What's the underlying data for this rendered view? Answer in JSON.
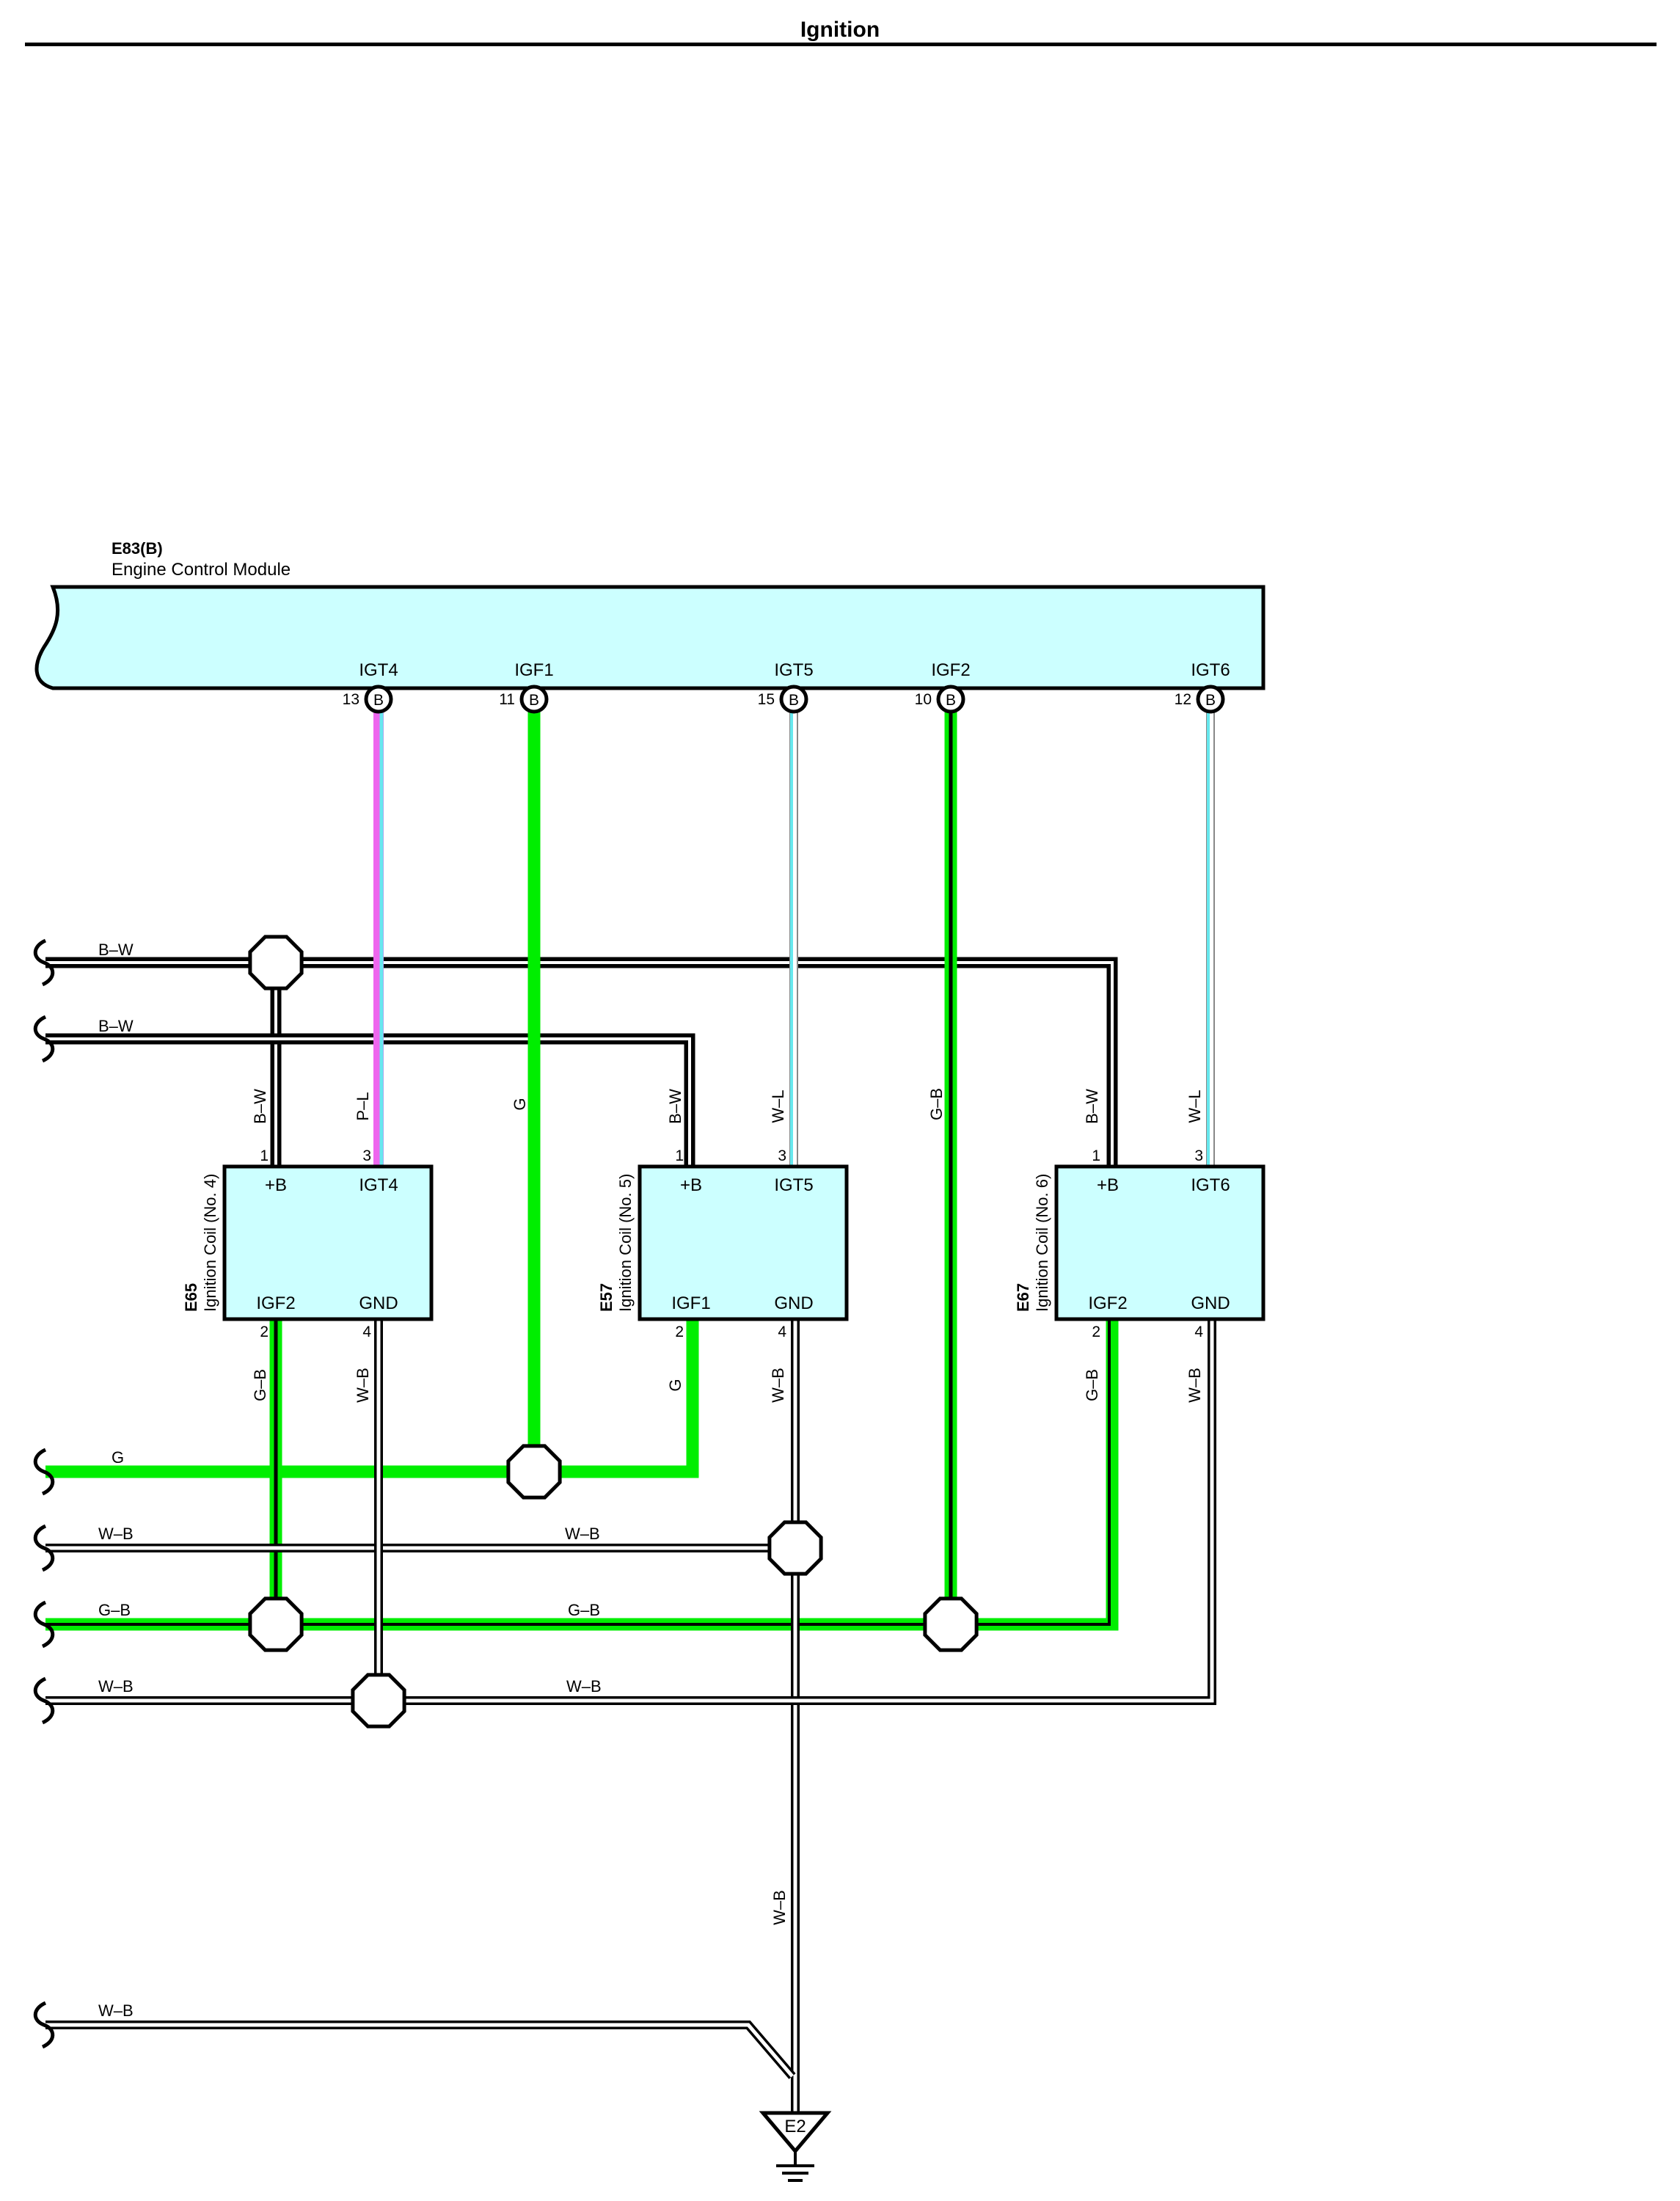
{
  "page": {
    "title": "Ignition"
  },
  "ecm": {
    "id": "E83(B)",
    "name": "Engine Control Module",
    "terminals": [
      {
        "key": "igt4",
        "label": "IGT4",
        "pin": "13",
        "conn": "B"
      },
      {
        "key": "igf1",
        "label": "IGF1",
        "pin": "11",
        "conn": "B"
      },
      {
        "key": "igt5",
        "label": "IGT5",
        "pin": "15",
        "conn": "B"
      },
      {
        "key": "igf2",
        "label": "IGF2",
        "pin": "10",
        "conn": "B"
      },
      {
        "key": "igt6",
        "label": "IGT6",
        "pin": "12",
        "conn": "B"
      }
    ]
  },
  "coils": [
    {
      "key": "c4",
      "id": "E65",
      "name": "Ignition Coil (No. 4)",
      "tl": "+B",
      "tr": "IGT4",
      "bl": "IGF2",
      "br": "GND",
      "p1": "1",
      "p3": "3",
      "p2": "2",
      "p4": "4",
      "w1": "B–W",
      "w3": "P–L",
      "w2": "G–B",
      "w4": "W–B"
    },
    {
      "key": "c5",
      "id": "E57",
      "name": "Ignition Coil (No. 5)",
      "tl": "+B",
      "tr": "IGT5",
      "bl": "IGF1",
      "br": "GND",
      "p1": "1",
      "p3": "3",
      "p2": "2",
      "p4": "4",
      "w1": "B–W",
      "w3": "W–L",
      "w2": "G",
      "w4": "W–B"
    },
    {
      "key": "c6",
      "id": "E67",
      "name": "Ignition Coil (No. 6)",
      "tl": "+B",
      "tr": "IGT6",
      "bl": "IGF2",
      "br": "GND",
      "p1": "1",
      "p3": "3",
      "p2": "2",
      "p4": "4",
      "w1": "B–W",
      "w3": "W–L",
      "w2": "G–B",
      "w4": "W–B"
    }
  ],
  "wire_labels": {
    "bus_bw1": "B–W",
    "bus_bw2": "B–W",
    "bus_g": "G",
    "bus_wb1_left": "W–B",
    "bus_wb1_mid": "W–B",
    "bus_gb_left": "G–B",
    "bus_gb_mid": "G–B",
    "bus_wb2_left": "W–B",
    "bus_wb2_mid": "W–B",
    "igf1_vertical": "G",
    "igf2_vertical": "G–B",
    "ground_vertical": "W–B",
    "bus_wb3_left": "W–B"
  },
  "ground": {
    "id": "E2"
  },
  "wire_colors": {
    "black": "#000000",
    "green": "#00ee00",
    "pink": "#ee66ee",
    "light_blue": "#66e8ee",
    "module_fill": "#ccffff"
  }
}
